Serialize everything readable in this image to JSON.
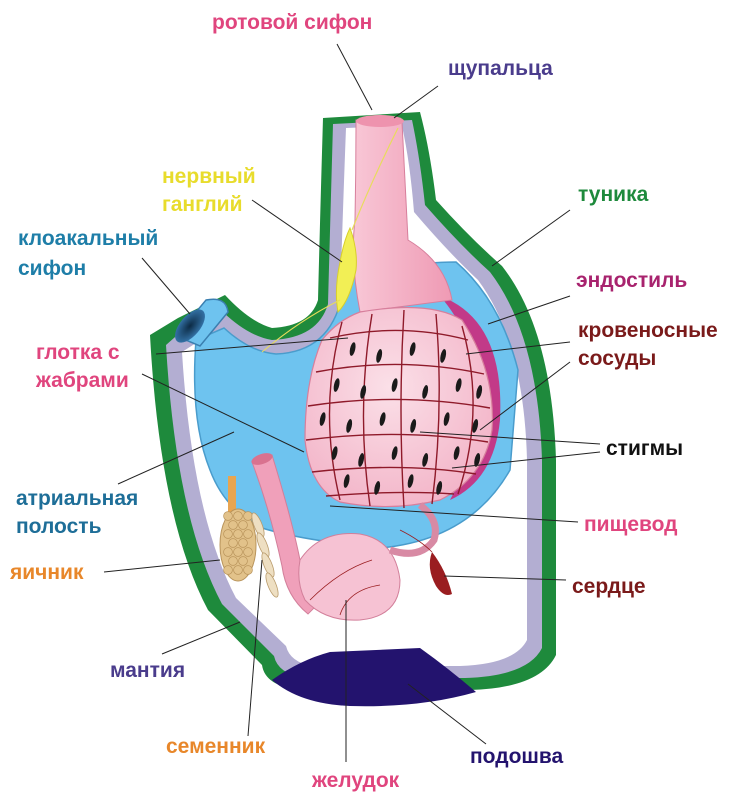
{
  "labels": {
    "oral_siphon": "ротовой сифон",
    "tentacles": "щупальца",
    "nerve_ganglion_1": "нервный",
    "nerve_ganglion_2": "ганглий",
    "tunic": "туника",
    "cloacal_siphon_1": "клоакальный",
    "cloacal_siphon_2": "сифон",
    "endostyle": "эндостиль",
    "pharynx_1": "глотка с",
    "pharynx_2": "жабрами",
    "blood_vessels_1": "кровеносные",
    "blood_vessels_2": "сосуды",
    "stigmata": "стигмы",
    "atrial_cavity_1": "атриальная",
    "atrial_cavity_2": "полость",
    "esophagus": "пищевод",
    "ovary": "яичник",
    "heart": "сердце",
    "mantle": "мантия",
    "testis": "семенник",
    "foot": "подошва",
    "stomach": "желудок"
  },
  "colors": {
    "tunic": "#1e8a3c",
    "mantle": "#b3aed2",
    "atrial_cavity": "#6ec3ef",
    "pharynx": "#f6bfcf",
    "pharynx_top": "#ee93ae",
    "endostyle": "#c23a88",
    "ganglion": "#f2ef55",
    "foot": "#23136e",
    "heart": "#9a1d20",
    "vessel": "#8f1a2a",
    "stigma": "#1a1a1a",
    "ovary": "#e2c28a",
    "testis": "#eedfc2",
    "stomach": "#f6c2d3",
    "label_oral_siphon": "#e0457e",
    "label_tentacles": "#4a3c8c",
    "label_ganglion": "#e8dc2c",
    "label_tunic": "#1e8a3c",
    "label_cloacal": "#1e7ea8",
    "label_endostyle": "#a8236e",
    "label_pharynx": "#e0457e",
    "label_vessels": "#7a1a1a",
    "label_stigmata": "#111111",
    "label_atrial": "#1e6e98",
    "label_esophagus": "#e0457e",
    "label_ovary": "#e8872a",
    "label_heart": "#7a1a1a",
    "label_mantle": "#4a3c8c",
    "label_testis": "#e8872a",
    "label_foot": "#23136e",
    "label_stomach": "#e0457e"
  }
}
